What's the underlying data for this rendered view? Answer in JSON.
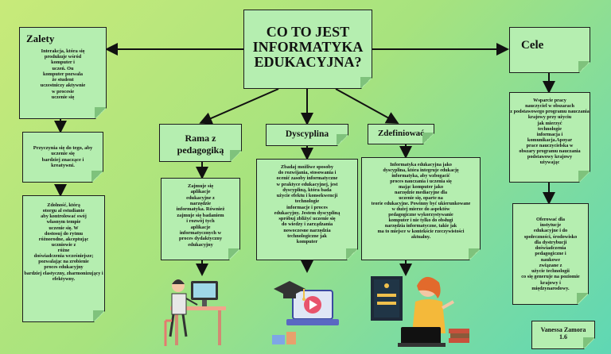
{
  "central": {
    "title": "CO TO JEST\nINFORMATYKA\nEDUKACYJNA?"
  },
  "zalety": {
    "title": "Zalety",
    "item1": "Interakcja, która się\nprodukuje wśród\nkomputer i\nuczeń. Ou\nkomputer pozwala\nże student\nuczestniczy aktywnie\nw procesie\nuczenie się",
    "item2": "Przyczynia się do tego, aby\nuczenie się\nbardziej znaczące i\nkreatywni.",
    "item3": "Zdolność, którą\notorgu al estudiante\naby kontrolować swój\nwłasnym tempie\nuczenie się. W\ndostosuj do rytmu\nróżnorodne, akceptując\nuczniowie z\nróżne\ndoświadczenia wcześniejsze;\npozwalając na zrobienie\nproces edukacyjny\nbardziej elastyczny, zharmonizujący i\nefektywny."
  },
  "rama": {
    "title": "Rama z\npedagogiką",
    "body": "Zajmuje się\naplikacje\nedukacyjne z\nnarzędzie\ninformatyka. Również\nzajmuje się badaniem\ni rozwój tych\naplikacje\ninformatycznych w\nproces dydaktyczny\nedukacyjny"
  },
  "dyscyplina": {
    "title": "Dyscyplina",
    "body": "Zbadaj możliwe sposoby\ndo rozwijania, stosowania i\nocenić zasoby informatyczne\nw praktyce edukacyjnej, jest\ndyscypliną, która bada\nużycie efektu i konsekwencji\ntechnologie\ninformacje i proces\nedukacyjny. Jestem dyscypliną\nspróbuj zbliżyć uczenie się\ndo wiedzy i zarządzania\nnowoczesne narzędzia\ntechnologiczne jak\nkomputer"
  },
  "zdefiniowac": {
    "title": "Zdefiniować",
    "body": "Informatyka edukacyjna jako\ndyscyplina, która integruje edukację\ninformatyka, aby wzbogacić\nproces nauczania i uczenia się\nmając komputer jako\nnarzędzie mediacyjne dla\nuczenie się, oparte na\nteorie edukacyjne. Powinny być ukierunkowane\nw dużej mierze do aspektów\npedagogiczne wykorzystywanie\nkomputer i nie tylko do obsługi\nnarzędzia informatyczne, takie jak\nma to miejsce w kontekście rzeczywistości\naktualny."
  },
  "cele": {
    "title": "Cele",
    "item1": "Wsparcie pracy\nnauczyciel w obszarach\nz podstawowego programu nauczania\nkrajowy przy użyciu\njak mierzyć\ntechnologie\ninformacja i\nkomunikacja.Apoyar\nprace nauczycielska w\nobszary programu nauczania\npodstawowy krajowy\nużywając",
    "item2": "Oferować dla\ninstytucje\nedukacyjne i do\nspołeczności, środowisko\ndla dystrybucji\ndoświadczenia\npedagogiczne i\nnaukowe\nzwiązane z\nużycie technologii\nco się generuje na poziomie\nkrajowy i\nmiędzynarodowy."
  },
  "author": {
    "name": "Vanessa Zamora\n1.6"
  }
}
